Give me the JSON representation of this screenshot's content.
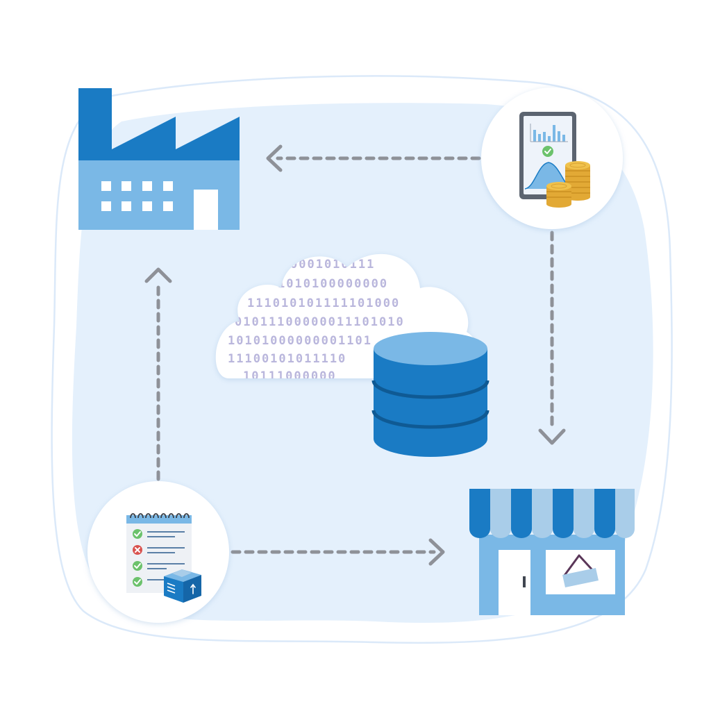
{
  "colors": {
    "blob_fill": "#e4f0fc",
    "outline": "#dbe9f9",
    "primary_blue": "#1a7bc4",
    "light_blue": "#7ab8e6",
    "pale_blue": "#a9cde9",
    "dark_blue": "#0f5a94",
    "arrow_gray": "#8e9198",
    "coin_gold": "#f0c24c",
    "check_green": "#6cc26c",
    "cross_red": "#d9534f",
    "binary_gray": "#b9b6dc"
  },
  "nodes": [
    {
      "id": "factory",
      "icon": "factory-icon"
    },
    {
      "id": "finance",
      "icon": "finance-tablet-coins-icon"
    },
    {
      "id": "store",
      "icon": "storefront-icon"
    },
    {
      "id": "inventory",
      "icon": "checklist-box-icon"
    }
  ],
  "center": {
    "cloud_icon": "binary-cloud-icon",
    "database_icon": "database-icon",
    "binary_lines": [
      "0001010111",
      "1010100000000",
      "111010101111101000",
      "01011100000011101010",
      "10101000000001101",
      "11100101011110",
      "10111000000"
    ]
  },
  "arrows": [
    {
      "id": "finance-to-factory",
      "direction": "left"
    },
    {
      "id": "finance-to-store",
      "direction": "down"
    },
    {
      "id": "inventory-to-store",
      "direction": "right"
    },
    {
      "id": "inventory-to-factory",
      "direction": "up"
    }
  ]
}
